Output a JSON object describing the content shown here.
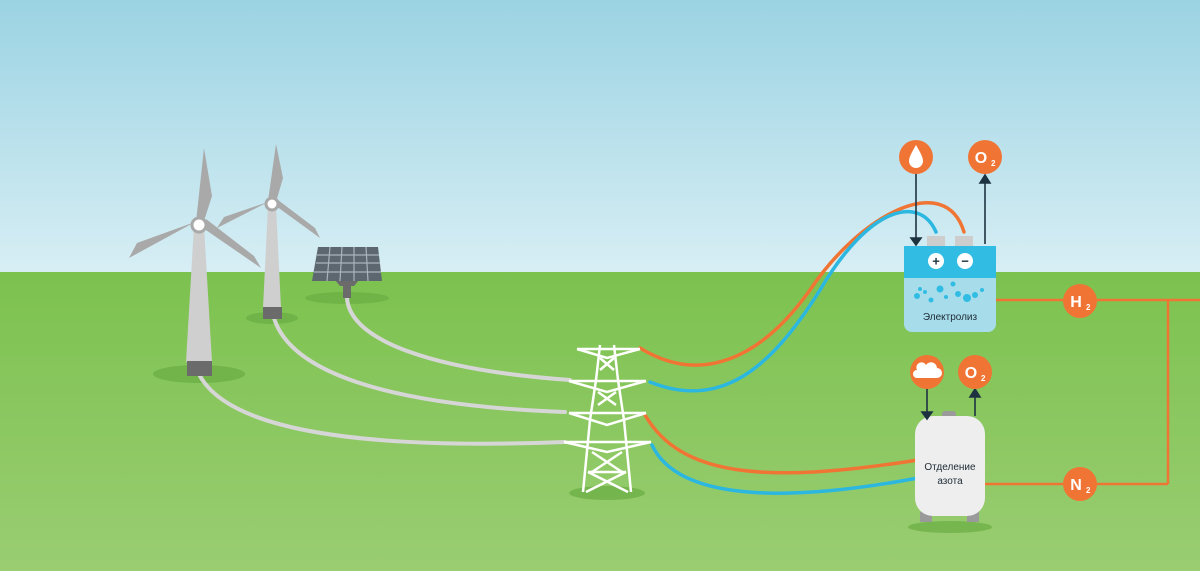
{
  "labels": {
    "electrolysis": "Электролиз",
    "nitrogen_line1": "Отделение",
    "nitrogen_line2": "азота",
    "plus": "+",
    "minus": "−"
  },
  "badges": {
    "water": {
      "icon": "water-drop-icon"
    },
    "oxygen_top": {
      "main": "O",
      "sub": "2"
    },
    "hydrogen": {
      "main": "H",
      "sub": "2"
    },
    "air": {
      "icon": "cloud-icon"
    },
    "oxygen_bottom": {
      "main": "O",
      "sub": "2"
    },
    "nitrogen": {
      "main": "N",
      "sub": "2"
    }
  },
  "colors": {
    "sky_top": "#9bd3e3",
    "sky_bottom": "#d7eef4",
    "grass_top": "#7cc24f",
    "grass_bottom": "#9acd72",
    "orange": "#f07535",
    "blue": "#2bb7e0",
    "grey_cable": "#d6d6d6",
    "dark_arrow": "#1d3340",
    "electrolyzer_body": "#a7dcea",
    "electrolyzer_top": "#31bde3",
    "separator": "#eeeeee"
  }
}
